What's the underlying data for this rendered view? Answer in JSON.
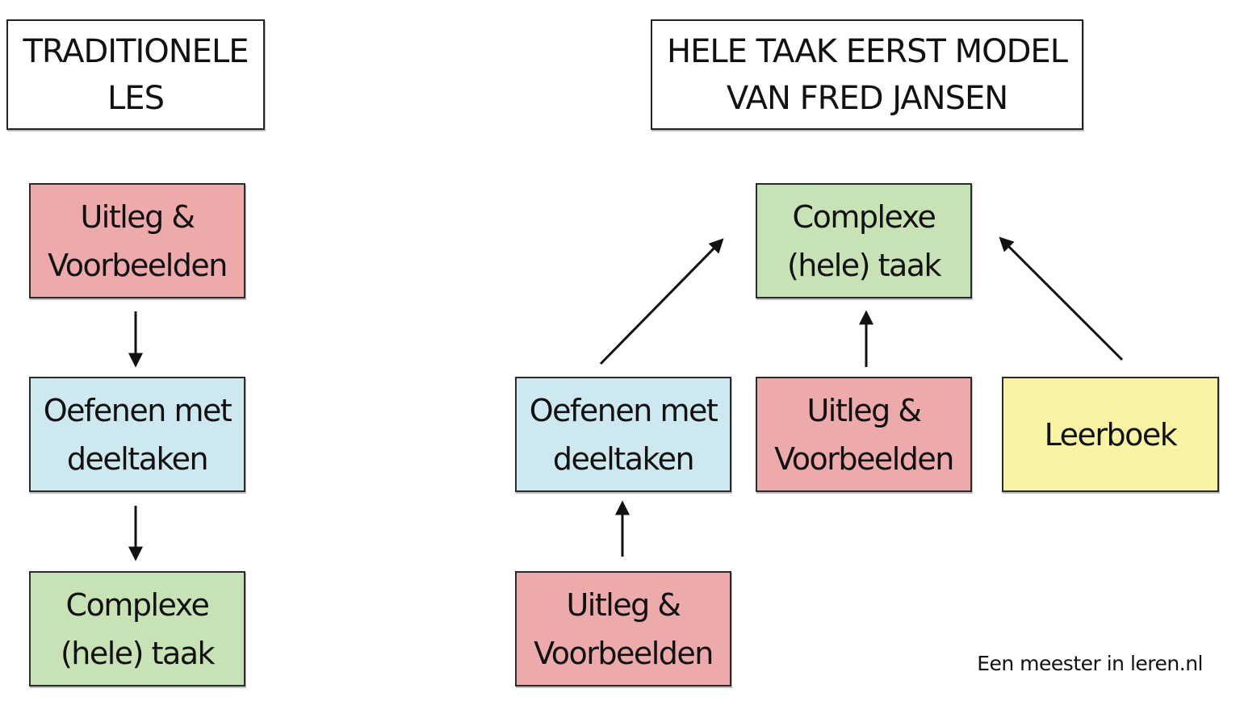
{
  "left": {
    "title": "TRADITIONELE\nLES",
    "nodes": [
      {
        "label": "Uitleg &\nVoorbeelden",
        "color": "#ecaaab"
      },
      {
        "label": "Oefenen met\ndeeltaken",
        "color": "#cde8ee"
      },
      {
        "label": "Complexe\n(hele) taak",
        "color": "#c7e2b5"
      }
    ]
  },
  "right": {
    "title": "HELE TAAK EERST MODEL\nVAN FRED JANSEN",
    "top": {
      "label": "Complexe\n(hele) taak",
      "color": "#c7e2b5"
    },
    "middle": [
      {
        "label": "Oefenen met\ndeeltaken",
        "color": "#cde8ee"
      },
      {
        "label": "Uitleg &\nVoorbeelden",
        "color": "#ecaaab"
      },
      {
        "label": "Leerboek",
        "color": "#f8f4a4"
      }
    ],
    "bottom": {
      "label": "Uitleg &\nVoorbeelden",
      "color": "#ecaaab"
    }
  },
  "credit": "Een meester in leren.nl"
}
